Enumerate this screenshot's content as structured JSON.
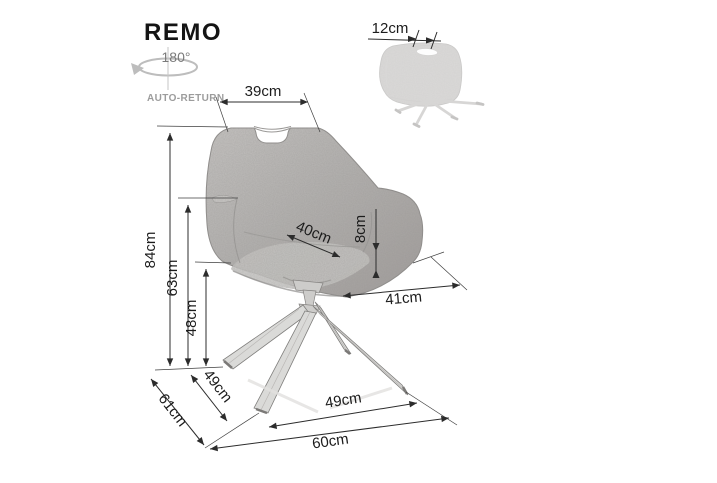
{
  "header": {
    "title": "REMO",
    "rotation": {
      "angle": "180°",
      "caption": "AUTO-RETURN"
    }
  },
  "dimensions": {
    "back_top_width": "39cm",
    "handle_width": "12cm",
    "total_height": "84cm",
    "armrest_height": "63cm",
    "seat_height": "48cm",
    "seat_width": "40cm",
    "seat_cushion_thickness": "8cm",
    "seat_depth": "41cm",
    "base_side_span": "49cm",
    "base_front_span": "49cm",
    "total_depth": "61cm",
    "total_width": "60cm"
  },
  "colors": {
    "fabric": "#b3b1af",
    "base_metal": "#d7d6d4",
    "dimension_line": "#2c2c2c",
    "caption_gray": "#9c9c9c"
  }
}
